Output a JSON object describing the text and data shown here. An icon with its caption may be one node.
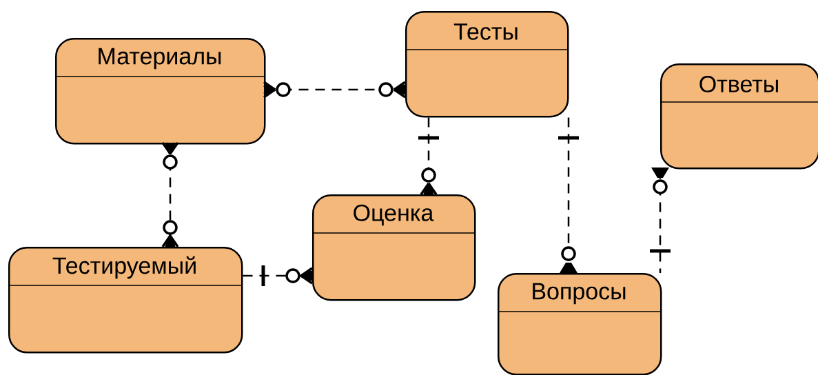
{
  "diagram": {
    "nodes": [
      {
        "text": [
          "Материалы"
        ]
      },
      {
        "text": [
          "Тесты"
        ]
      },
      {
        "text": [
          "Ответы"
        ]
      },
      {
        "text": [
          "Оценка"
        ]
      },
      {
        "text": [
          "Тестируемый"
        ]
      },
      {
        "text": [
          "Вопросы"
        ]
      }
    ],
    "edges": [
      {
        "from": 0,
        "to": 1,
        "arrow": "other",
        "style": "dashed"
      },
      {
        "from": 0,
        "to": 4,
        "arrow": "other",
        "style": "dashed"
      },
      {
        "from": 4,
        "to": 3,
        "arrow": "other",
        "style": "dashed"
      },
      {
        "from": 1,
        "to": 3,
        "arrow": "other",
        "style": "dashed"
      },
      {
        "from": 1,
        "to": 5,
        "arrow": "other",
        "style": "dashed"
      },
      {
        "from": 2,
        "to": 5,
        "arrow": "other",
        "style": "dashed"
      }
    ]
  }
}
